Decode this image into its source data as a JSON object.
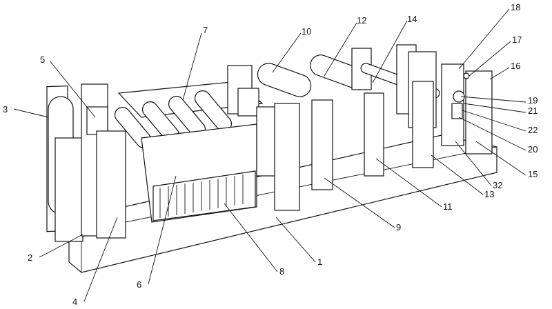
{
  "figure": {
    "labels": [
      {
        "id": "1",
        "text": "1"
      },
      {
        "id": "2",
        "text": "2"
      },
      {
        "id": "3",
        "text": "3"
      },
      {
        "id": "4",
        "text": "4"
      },
      {
        "id": "5",
        "text": "5"
      },
      {
        "id": "6",
        "text": "6"
      },
      {
        "id": "7",
        "text": "7"
      },
      {
        "id": "8",
        "text": "8"
      },
      {
        "id": "9",
        "text": "9"
      },
      {
        "id": "10",
        "text": "10"
      },
      {
        "id": "11",
        "text": "11"
      },
      {
        "id": "12",
        "text": "12"
      },
      {
        "id": "13",
        "text": "13"
      },
      {
        "id": "14",
        "text": "14"
      },
      {
        "id": "15",
        "text": "15"
      },
      {
        "id": "16",
        "text": "16"
      },
      {
        "id": "17",
        "text": "17"
      },
      {
        "id": "18",
        "text": "18"
      },
      {
        "id": "19",
        "text": "19"
      },
      {
        "id": "20",
        "text": "20"
      },
      {
        "id": "21",
        "text": "21"
      },
      {
        "id": "22",
        "text": "22"
      },
      {
        "id": "32",
        "text": "32"
      }
    ]
  }
}
